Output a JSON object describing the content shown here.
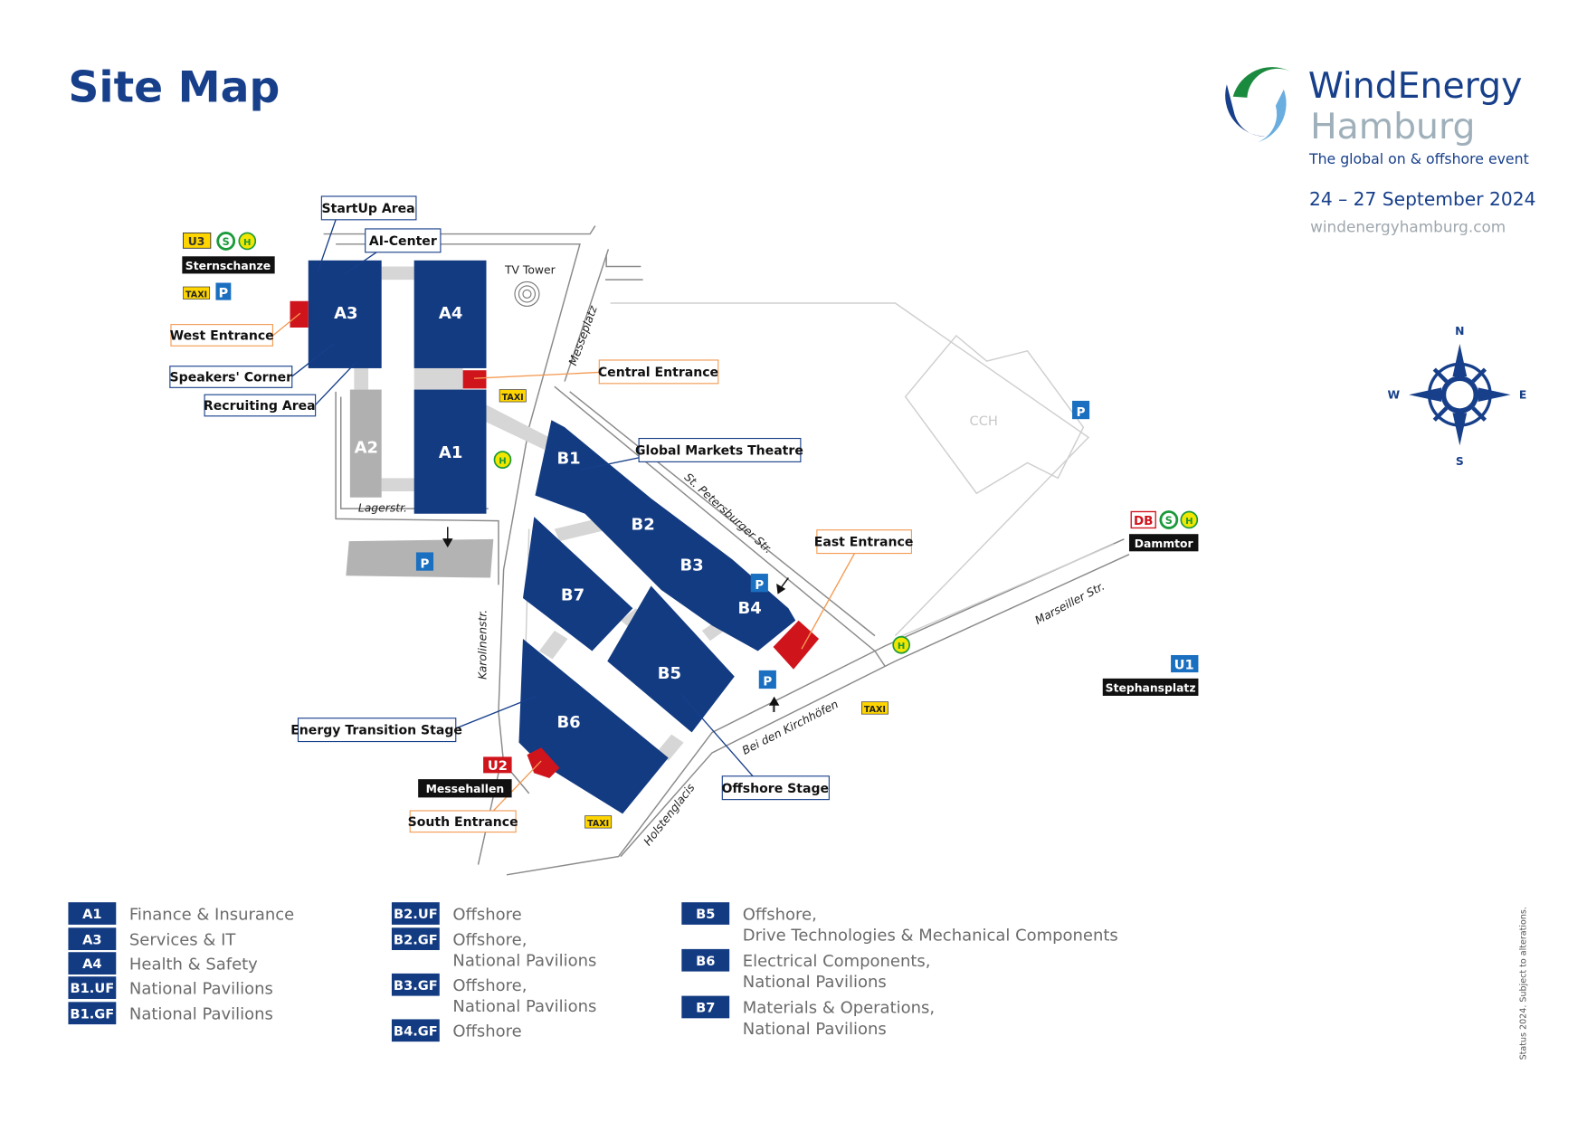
{
  "title": "Site Map",
  "brand": {
    "name_line1": "WindEnergy",
    "name_line2": "Hamburg",
    "tagline": "The global on & offshore event",
    "dates": "24 – 27 September 2024",
    "website": "windenergyhamburg.com",
    "colors": {
      "navy": "#173f8a",
      "green": "#1a8a3e",
      "lightblue": "#6aaee0",
      "gray": "#9fb0ba"
    }
  },
  "compass": {
    "n": "N",
    "s": "S",
    "e": "E",
    "w": "W"
  },
  "halls": {
    "a1": "A1",
    "a2": "A2",
    "a3": "A3",
    "a4": "A4",
    "b1": "B1",
    "b2": "B2",
    "b3": "B3",
    "b4": "B4",
    "b5": "B5",
    "b6": "B6",
    "b7": "B7",
    "cch": "CCH"
  },
  "areas": {
    "startup": "StartUp Area",
    "ai_center": "AI-Center",
    "speakers_corner": "Speakers' Corner",
    "recruiting": "Recruiting Area",
    "global_markets": "Global Markets Theatre",
    "energy_transition": "Energy Transition Stage",
    "offshore_stage": "Offshore Stage"
  },
  "entrances": {
    "west": "West Entrance",
    "central": "Central Entrance",
    "east": "East Entrance",
    "south": "South Entrance"
  },
  "landmarks": {
    "tv_tower": "TV Tower"
  },
  "streets": {
    "lagerstr": "Lagerstr.",
    "messeplatz": "Messeplatz",
    "st_petersburger": "St. Petersburger Str.",
    "karolinenstr": "Karolinenstr.",
    "marseiller": "Marseiller Str.",
    "bei_den_kirchhoefen": "Bei den Kirchhöfen",
    "holstenglacis": "Holstenglacis"
  },
  "transit": {
    "sternschanze": {
      "name": "Sternschanze",
      "lines": [
        "U3",
        "S",
        "H"
      ]
    },
    "messehallen": {
      "name": "Messehallen",
      "line": "U2"
    },
    "dammtor": {
      "name": "Dammtor",
      "lines": [
        "DB",
        "S",
        "H"
      ]
    },
    "stephansplatz": {
      "name": "Stephansplatz",
      "line": "U1"
    },
    "taxi": "TAXI",
    "parking": "P",
    "bus": "H"
  },
  "legend": [
    {
      "code": "A1",
      "lines": [
        "Finance & Insurance"
      ]
    },
    {
      "code": "A3",
      "lines": [
        "Services & IT"
      ]
    },
    {
      "code": "A4",
      "lines": [
        "Health & Safety"
      ]
    },
    {
      "code": "B1.UF",
      "lines": [
        "National Pavilions"
      ]
    },
    {
      "code": "B1.GF",
      "lines": [
        "National Pavilions"
      ]
    },
    {
      "code": "B2.UF",
      "lines": [
        "Offshore"
      ]
    },
    {
      "code": "B2.GF",
      "lines": [
        "Offshore,",
        "National Pavilions"
      ]
    },
    {
      "code": "B3.GF",
      "lines": [
        "Offshore,",
        "National Pavilions"
      ]
    },
    {
      "code": "B4.GF",
      "lines": [
        "Offshore"
      ]
    },
    {
      "code": "B5",
      "lines": [
        "Offshore,",
        "Drive Technologies & Mechanical Components"
      ]
    },
    {
      "code": "B6",
      "lines": [
        "Electrical Components,",
        "National Pavilions"
      ]
    },
    {
      "code": "B7",
      "lines": [
        "Materials & Operations,",
        "National Pavilions"
      ]
    }
  ],
  "footnote": "Status 2024. Subject to alterations."
}
